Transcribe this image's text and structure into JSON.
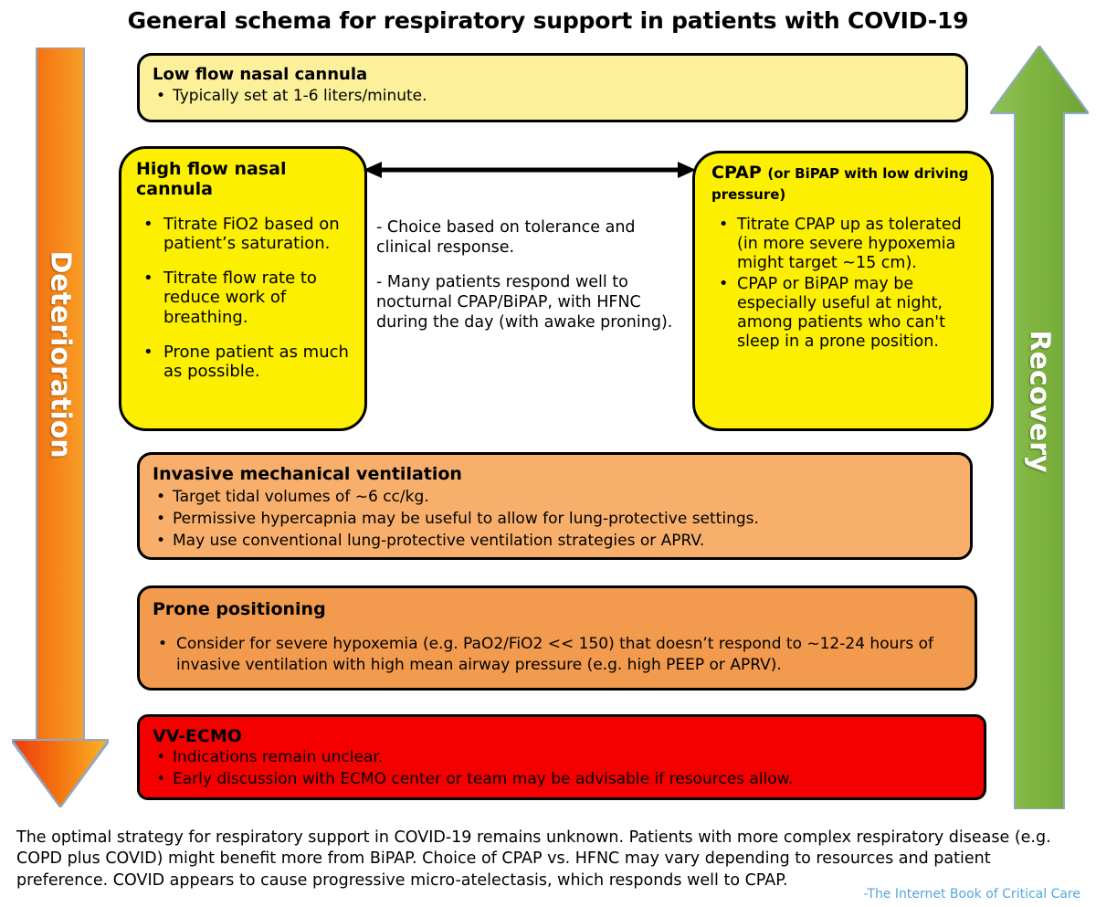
{
  "title": "General schema for respiratory support in patients with COVID-19",
  "arrows": {
    "left": {
      "label": "Deterioration",
      "direction": "down",
      "color_top": "#F07B0B",
      "color_bottom": "#FBB034",
      "icon": "down-arrow-icon"
    },
    "right": {
      "label": "Recovery",
      "direction": "up",
      "color": "#77B martin",
      "color_start": "#8CC152",
      "color_end": "#6FA83C",
      "icon": "up-arrow-icon"
    },
    "exchange": {
      "icon": "double-headed-arrow-icon",
      "direction": "left-right"
    }
  },
  "boxes": {
    "low_flow": {
      "title": "Low flow nasal cannula",
      "color": "#FCF09A",
      "bullets": [
        "Typically set at 1-6 liters/minute."
      ]
    },
    "hfnc": {
      "title": "High flow nasal cannula",
      "color": "#FCF000",
      "bullets": [
        "Titrate FiO2 based on patient’s saturation.",
        "Titrate flow rate to reduce work of breathing.",
        "Prone patient as much as possible."
      ]
    },
    "cpap": {
      "title_main": "CPAP",
      "title_sub": "(or BiPAP with low driving pressure)",
      "color": "#FCF000",
      "bullets": [
        "Titrate CPAP up as tolerated (in more severe hypoxemia might target ~15 cm).",
        "CPAP or BiPAP may be especially useful at night, among patients who can't sleep in a prone position."
      ]
    },
    "imv": {
      "title": "Invasive mechanical ventilation",
      "color": "#F7AF6B",
      "bullets": [
        "Target tidal volumes of ~6 cc/kg.",
        "Permissive hypercapnia may be useful to allow for lung-protective settings.",
        "May use conventional lung-protective ventilation strategies or APRV."
      ]
    },
    "prone": {
      "title": "Prone positioning",
      "color": "#F29A4E",
      "bullets": [
        "Consider for severe hypoxemia (e.g. PaO2/FiO2 << 150) that doesn’t respond to ~12-24 hours of invasive ventilation with high mean airway pressure (e.g. high PEEP or APRV)."
      ]
    },
    "ecmo": {
      "title": "VV-ECMO",
      "color": "#F40000",
      "bullets": [
        "Indications remain unclear.",
        "Early discussion with ECMO center or team may be advisable if resources allow."
      ]
    }
  },
  "middle_note": {
    "paragraph_1": "- Choice based on tolerance and clinical response.",
    "paragraph_2": "- Many patients respond well to nocturnal CPAP/BiPAP, with HFNC during the day (with awake proning)."
  },
  "footer": {
    "text": "The optimal strategy for respiratory support in COVID-19 remains unknown.  Patients with more complex respiratory disease (e.g. COPD plus COVID) might benefit more from BiPAP.  Choice of CPAP vs. HFNC may vary depending to resources and patient preference.  COVID appears to cause progressive micro-atelectasis, which responds well to CPAP.",
    "attribution": "-The Internet Book of Critical Care",
    "attribution_color": "#4FA7DE"
  }
}
